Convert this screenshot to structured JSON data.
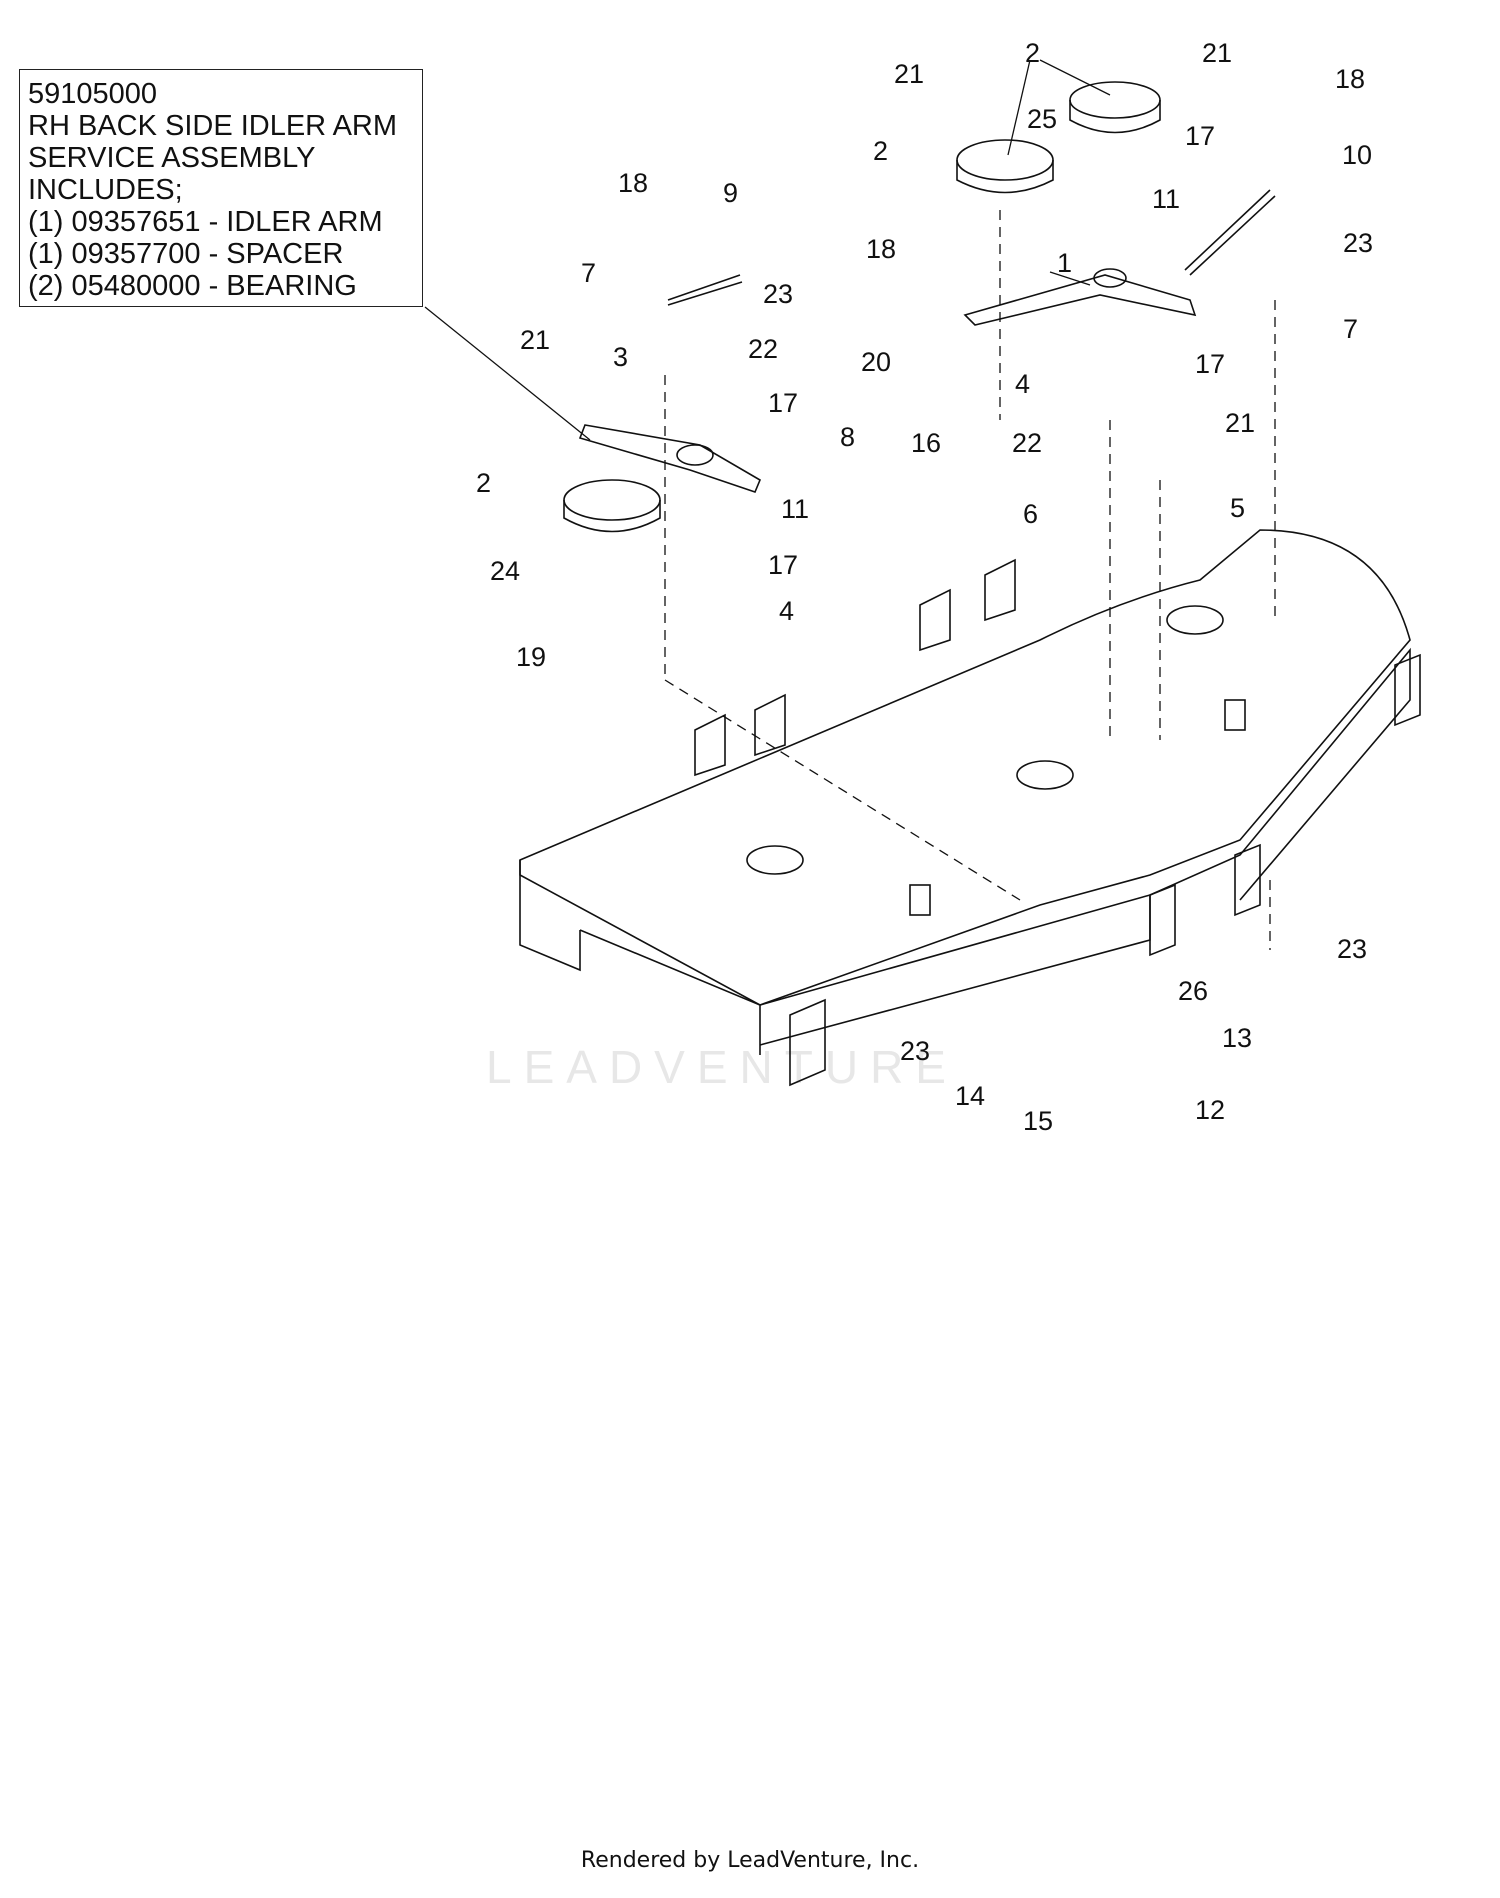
{
  "info_box": {
    "lines": [
      "59105000",
      "RH BACK SIDE IDLER ARM",
      "SERVICE ASSEMBLY",
      "INCLUDES;",
      "(1) 09357651 - IDLER ARM",
      "(1) 09357700 - SPACER",
      "(2) 05480000 - BEARING"
    ]
  },
  "callouts": {
    "c1": "1",
    "c2a": "2",
    "c2b": "2",
    "c2c": "2",
    "c3": "3",
    "c4a": "4",
    "c4b": "4",
    "c5": "5",
    "c6": "6",
    "c7a": "7",
    "c7b": "7",
    "c8": "8",
    "c9": "9",
    "c10": "10",
    "c11a": "11",
    "c11b": "11",
    "c12": "12",
    "c13": "13",
    "c14": "14",
    "c15": "15",
    "c16": "16",
    "c17a": "17",
    "c17b": "17",
    "c17c": "17",
    "c17d": "17",
    "c18a": "18",
    "c18b": "18",
    "c18c": "18",
    "c19": "19",
    "c20": "20",
    "c21a": "21",
    "c21b": "21",
    "c21c": "21",
    "c21d": "21",
    "c22a": "22",
    "c22b": "22",
    "c23a": "23",
    "c23b": "23",
    "c23c": "23",
    "c23d": "23",
    "c24": "24",
    "c25": "25",
    "c26": "26"
  },
  "watermark": "LEADVENTURE",
  "footer": "Rendered by LeadVenture, Inc."
}
